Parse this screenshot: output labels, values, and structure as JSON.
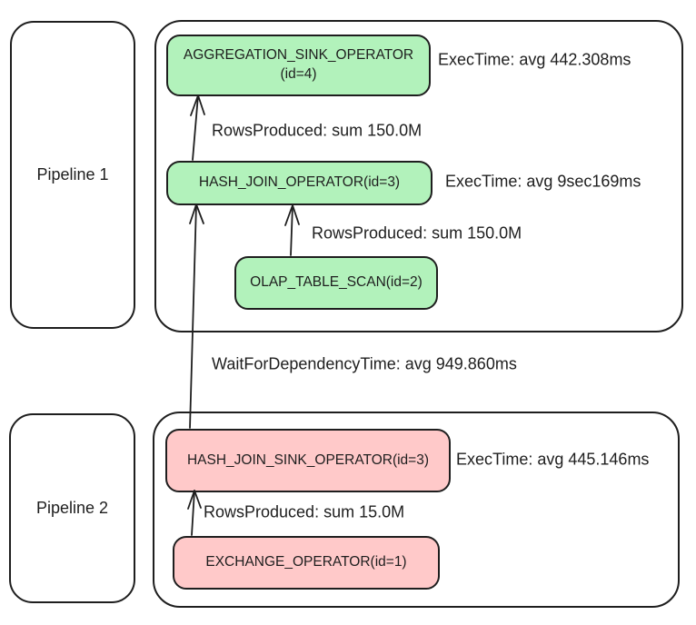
{
  "pipelines": [
    {
      "label": "Pipeline 1"
    },
    {
      "label": "Pipeline 2"
    }
  ],
  "nodes": {
    "aggregation_sink": {
      "line1": "AGGREGATION_SINK_OPERATOR",
      "line2": "(id=4)",
      "exec_time": "ExecTime: avg 442.308ms"
    },
    "hash_join": {
      "label": "HASH_JOIN_OPERATOR(id=3)",
      "exec_time": "ExecTime: avg 9sec169ms"
    },
    "olap_table_scan": {
      "label": "OLAP_TABLE_SCAN(id=2)"
    },
    "hash_join_sink": {
      "label": "HASH_JOIN_SINK_OPERATOR(id=3)",
      "exec_time": "ExecTime: avg 445.146ms"
    },
    "exchange": {
      "label": "EXCHANGE_OPERATOR(id=1)"
    }
  },
  "edges": {
    "hash_join_to_aggregation_sink": {
      "label": "RowsProduced: sum 150.0M"
    },
    "olap_to_hash_join": {
      "label": "RowsProduced: sum 150.0M"
    },
    "hash_join_sink_to_hash_join": {
      "label": "WaitForDependencyTime: avg 949.860ms"
    },
    "exchange_to_hash_join_sink": {
      "label": "RowsProduced: sum 15.0M"
    }
  },
  "colors": {
    "stroke": "#1e1e1e",
    "operator_green": "#b2f2bb",
    "operator_red": "#ffc9c9",
    "background": "#ffffff"
  }
}
